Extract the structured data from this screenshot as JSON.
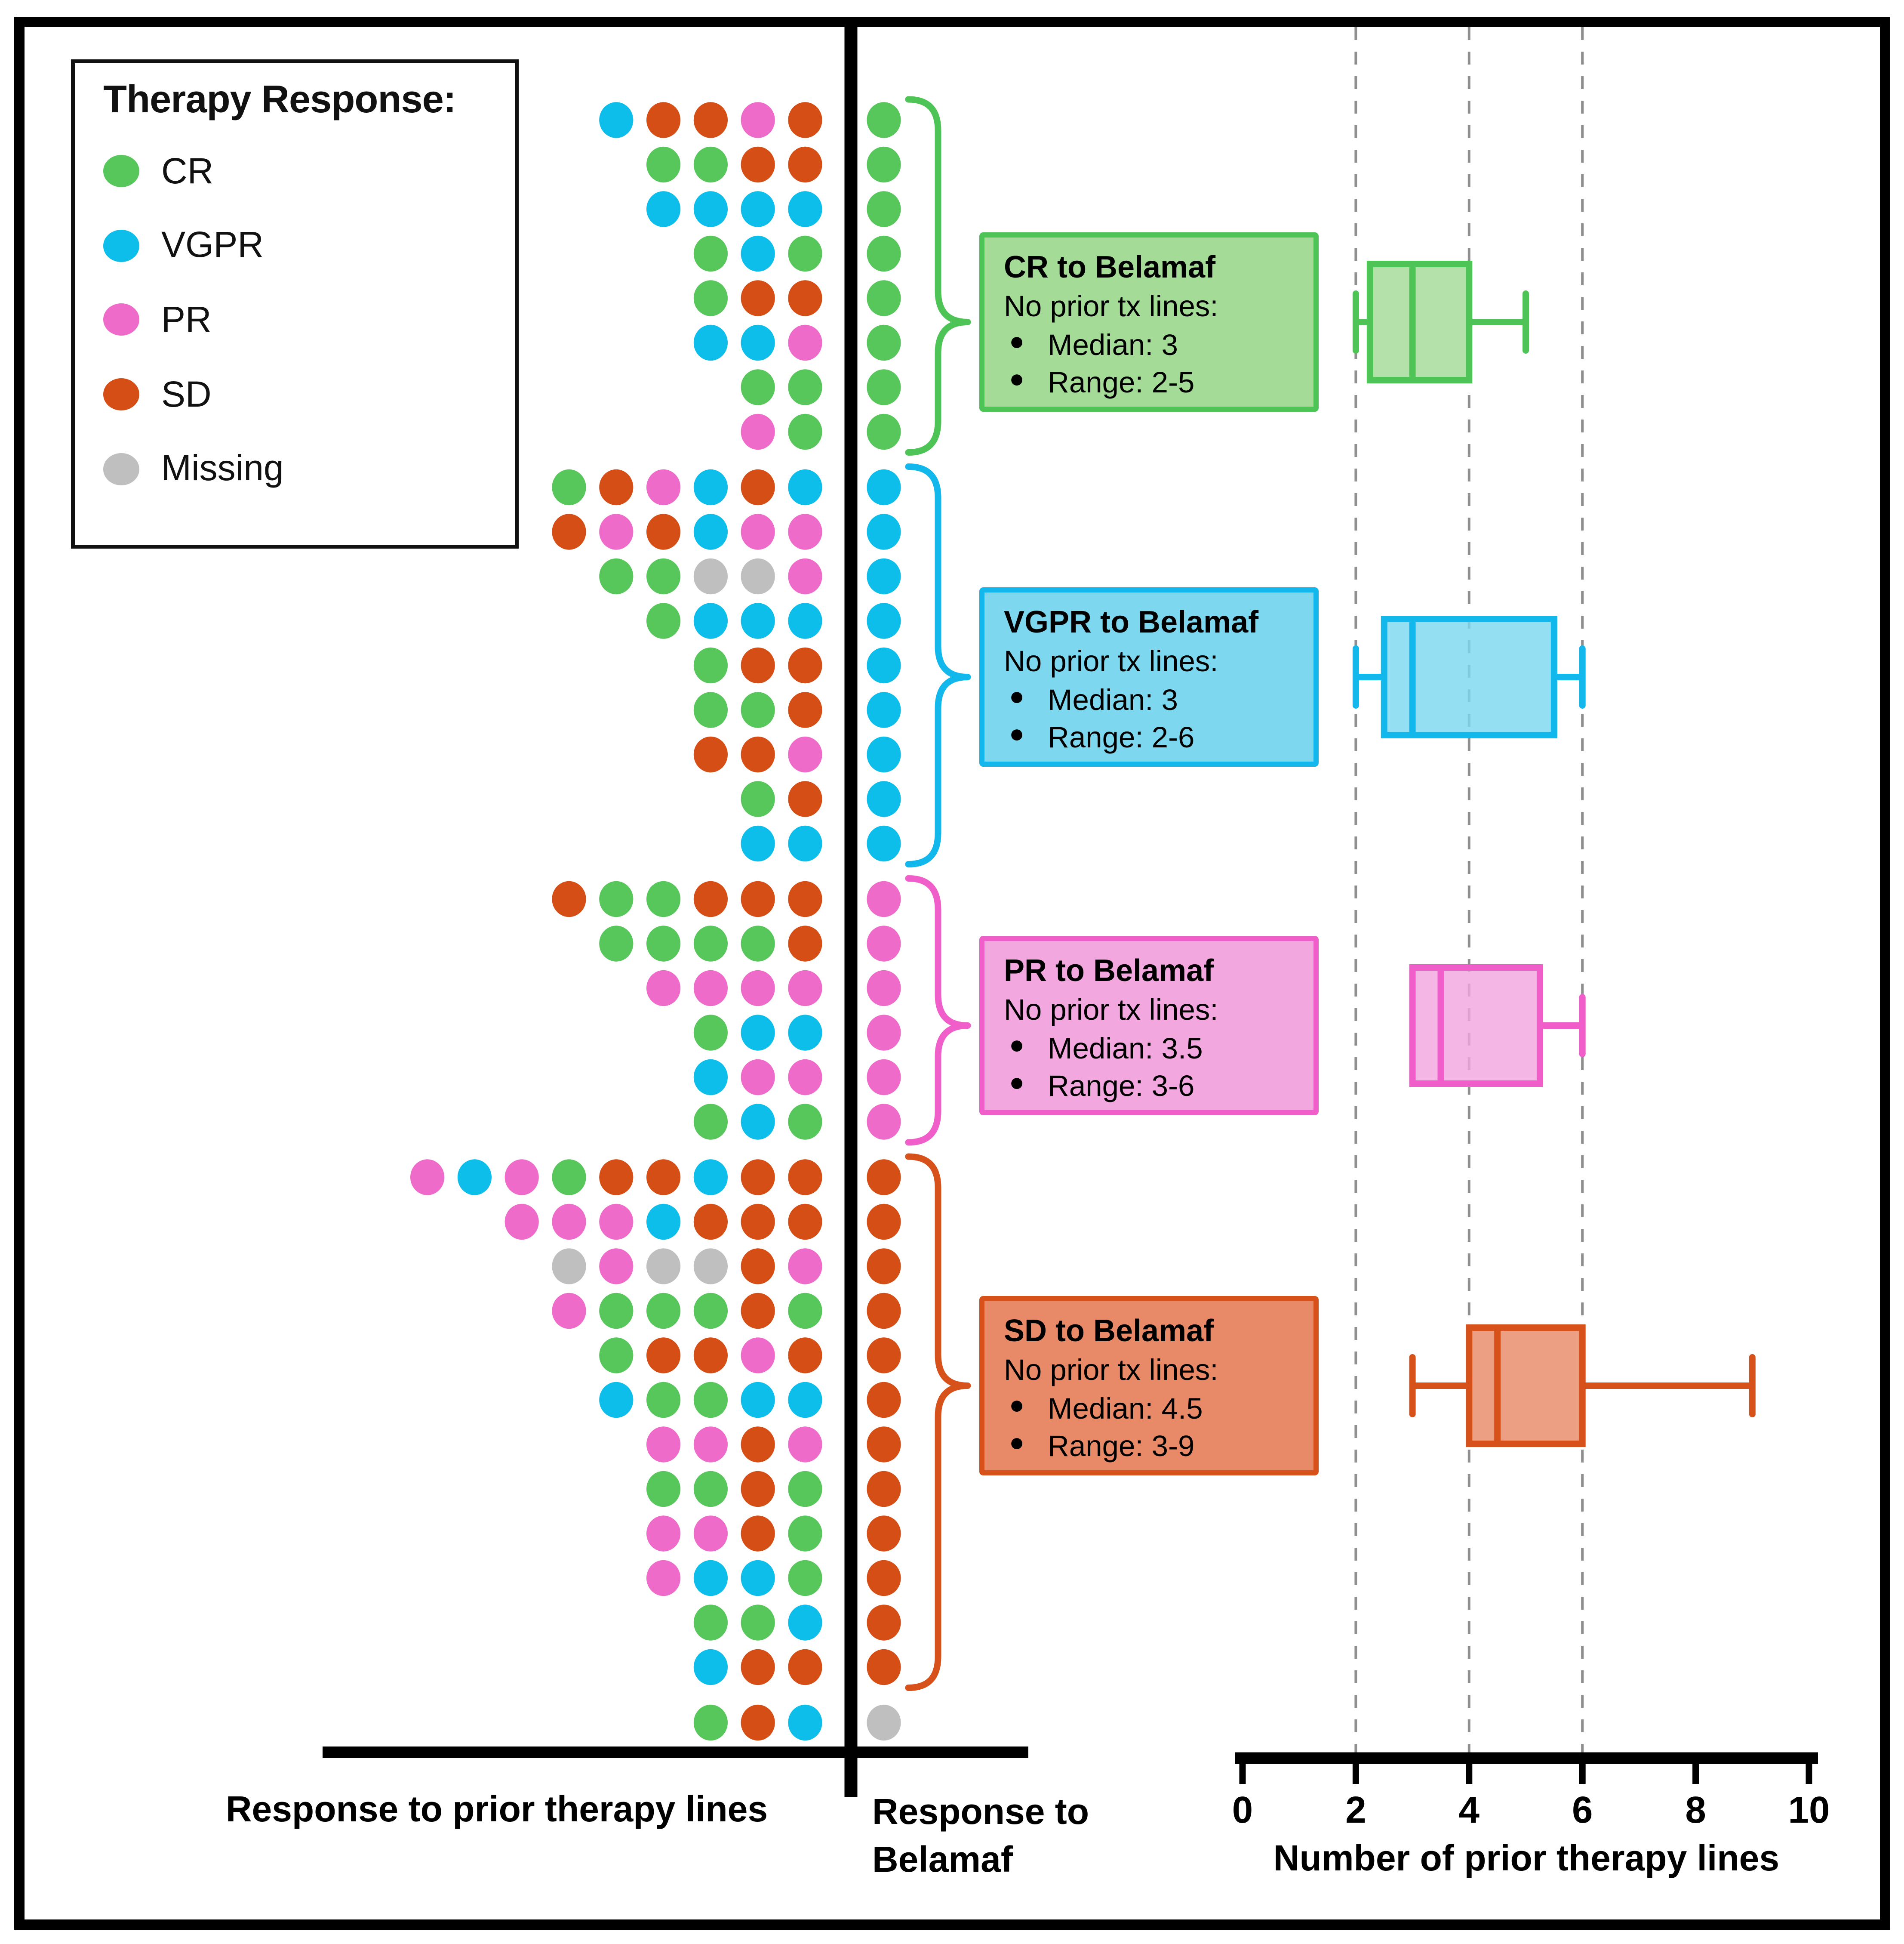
{
  "legend": {
    "title": "Therapy Response:",
    "items": [
      {
        "key": "CR",
        "label": "CR"
      },
      {
        "key": "VGPR",
        "label": "VGPR"
      },
      {
        "key": "PR",
        "label": "PR"
      },
      {
        "key": "SD",
        "label": "SD"
      },
      {
        "key": "Missing",
        "label": "Missing"
      }
    ]
  },
  "colors": {
    "CR": "#57C65B",
    "VGPR": "#0CBEE9",
    "PR": "#EF6BC9",
    "SD": "#D44E15",
    "Missing": "#BFBFBF"
  },
  "axis_labels": {
    "left": "Response to prior therapy lines",
    "middle": "Response to Belamaf",
    "bottom": "Number of prior therapy lines"
  },
  "chart_data": {
    "type": "dot-matrix + box plots",
    "x_axis": {
      "label": "Number of prior therapy lines",
      "min": 0,
      "max": 10,
      "ticks": [
        0,
        2,
        4,
        6,
        8,
        10
      ],
      "gridlines": [
        2,
        4,
        6
      ],
      "grid": "dashed vertical"
    },
    "groups": [
      {
        "response": "CR",
        "annotation": {
          "title": "CR to Belamaf",
          "subtitle": "No prior tx lines:",
          "bullets": [
            "Median: 3",
            "Range: 2-5"
          ]
        },
        "box": {
          "min": 2,
          "q1": 2.25,
          "median": 3,
          "q3": 4,
          "max": 5
        },
        "fill": "#A3DB97",
        "border": "#4EC457",
        "patients": [
          [
            "VGPR",
            "SD",
            "SD",
            "PR",
            "SD"
          ],
          [
            "CR",
            "CR",
            "SD",
            "SD"
          ],
          [
            "VGPR",
            "VGPR",
            "VGPR",
            "VGPR"
          ],
          [
            "CR",
            "VGPR",
            "CR"
          ],
          [
            "CR",
            "SD",
            "SD"
          ],
          [
            "VGPR",
            "VGPR",
            "PR"
          ],
          [
            "CR",
            "CR"
          ],
          [
            "PR",
            "CR"
          ]
        ]
      },
      {
        "response": "VGPR",
        "annotation": {
          "title": "VGPR to Belamaf",
          "subtitle": "No prior tx lines:",
          "bullets": [
            "Median: 3",
            "Range: 2-6"
          ]
        },
        "box": {
          "min": 2,
          "q1": 2.5,
          "median": 3,
          "q3": 5.5,
          "max": 6
        },
        "fill": "#7DD8EF",
        "border": "#12B7EB",
        "patients": [
          [
            "CR",
            "SD",
            "PR",
            "VGPR",
            "SD",
            "VGPR"
          ],
          [
            "SD",
            "PR",
            "SD",
            "VGPR",
            "PR",
            "PR"
          ],
          [
            "CR",
            "CR",
            "Missing",
            "Missing",
            "PR"
          ],
          [
            "CR",
            "VGPR",
            "VGPR",
            "VGPR"
          ],
          [
            "CR",
            "SD",
            "SD"
          ],
          [
            "CR",
            "CR",
            "SD"
          ],
          [
            "SD",
            "SD",
            "PR"
          ],
          [
            "CR",
            "SD"
          ],
          [
            "VGPR",
            "VGPR"
          ]
        ]
      },
      {
        "response": "PR",
        "annotation": {
          "title": "PR to Belamaf",
          "subtitle": "No prior tx lines:",
          "bullets": [
            "Median: 3.5",
            "Range: 3-6"
          ]
        },
        "box": {
          "min": 3,
          "q1": 3,
          "median": 3.5,
          "q3": 5.25,
          "max": 6
        },
        "fill": "#F2A7DF",
        "border": "#F05FC9",
        "patients": [
          [
            "SD",
            "CR",
            "CR",
            "SD",
            "SD",
            "SD"
          ],
          [
            "CR",
            "CR",
            "CR",
            "CR",
            "SD"
          ],
          [
            "PR",
            "PR",
            "PR",
            "PR"
          ],
          [
            "CR",
            "VGPR",
            "VGPR"
          ],
          [
            "VGPR",
            "PR",
            "PR"
          ],
          [
            "CR",
            "VGPR",
            "CR"
          ]
        ]
      },
      {
        "response": "SD",
        "annotation": {
          "title": "SD to Belamaf",
          "subtitle": "No prior tx lines:",
          "bullets": [
            "Median: 4.5",
            "Range: 3-9"
          ]
        },
        "box": {
          "min": 3,
          "q1": 4,
          "median": 4.5,
          "q3": 6,
          "max": 9
        },
        "fill": "#E88A67",
        "border": "#D7511B",
        "patients": [
          [
            "PR",
            "VGPR",
            "PR",
            "CR",
            "SD",
            "SD",
            "VGPR",
            "SD",
            "SD"
          ],
          [
            "PR",
            "PR",
            "PR",
            "VGPR",
            "SD",
            "SD",
            "SD"
          ],
          [
            "Missing",
            "PR",
            "Missing",
            "Missing",
            "SD",
            "PR"
          ],
          [
            "PR",
            "CR",
            "CR",
            "CR",
            "SD",
            "CR"
          ],
          [
            "CR",
            "SD",
            "SD",
            "PR",
            "SD"
          ],
          [
            "VGPR",
            "CR",
            "CR",
            "VGPR",
            "VGPR"
          ],
          [
            "PR",
            "PR",
            "SD",
            "PR"
          ],
          [
            "CR",
            "CR",
            "SD",
            "CR"
          ],
          [
            "PR",
            "PR",
            "SD",
            "CR"
          ],
          [
            "PR",
            "VGPR",
            "VGPR",
            "CR"
          ],
          [
            "CR",
            "CR",
            "VGPR"
          ],
          [
            "VGPR",
            "SD",
            "SD"
          ]
        ]
      },
      {
        "response": "Missing",
        "patients": [
          [
            "CR",
            "SD",
            "VGPR"
          ]
        ]
      }
    ]
  }
}
